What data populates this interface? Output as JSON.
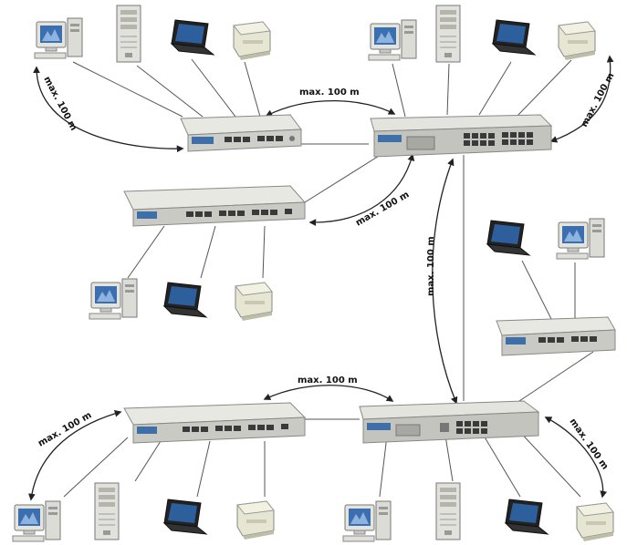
{
  "diagram": {
    "labels": {
      "top_left": "max. 100 m",
      "top_middle": "max. 100 m",
      "top_right": "max. 100 m",
      "middle": "max. 100 m",
      "vertical": "max. 100 m",
      "bottom_middle": "max. 100 m",
      "bottom_left": "max. 100 m",
      "bottom_right": "max. 100 m"
    },
    "devices": {
      "switches": [
        "hub-top-left",
        "switch-top-main",
        "hub-middle-left",
        "hub-middle-right",
        "hub-bottom-left",
        "switch-bottom-main"
      ],
      "icons": [
        "desktop-pc-icon",
        "tower-server-icon",
        "laptop-icon",
        "printer-icon"
      ]
    },
    "colors": {
      "monitor_screen": "#3b6fb0",
      "device_body": "#d8d8d0",
      "switch_body": "#c9c9c4",
      "port": "#3a3a3a",
      "wire": "#555555"
    }
  }
}
